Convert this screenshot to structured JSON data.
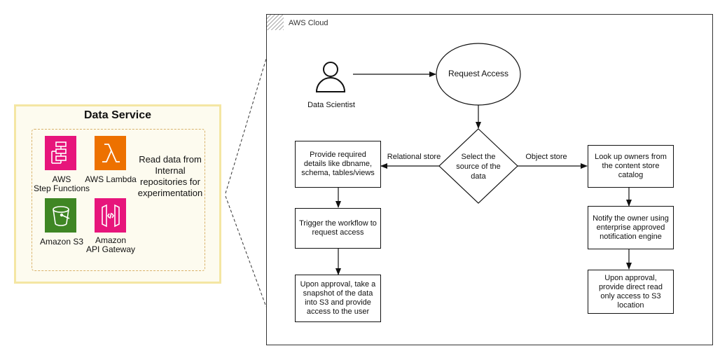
{
  "data_service": {
    "title": "Data Service",
    "description": "Read data from Internal repositories for experimentation",
    "services": [
      {
        "name": "AWS Step Functions",
        "icon": "step-functions-icon",
        "color": "#e7157b"
      },
      {
        "name": "AWS Lambda",
        "icon": "lambda-icon",
        "color": "#ed7100"
      },
      {
        "name": "Amazon S3",
        "icon": "s3-icon",
        "color": "#3f8624"
      },
      {
        "name": "Amazon API Gateway",
        "icon": "api-gateway-icon",
        "color": "#e7157b"
      }
    ],
    "service_labels": {
      "step_functions_1": "AWS",
      "step_functions_2": "Step Functions",
      "lambda": "AWS Lambda",
      "s3": "Amazon S3",
      "api_gateway_1": "Amazon",
      "api_gateway_2": "API Gateway"
    }
  },
  "aws_cloud": {
    "label": "AWS Cloud",
    "actor": {
      "label": "Data Scientist",
      "icon": "user-icon"
    },
    "request_access": "Request Access",
    "decision": "Select the source of the data",
    "edge_relational": "Relational store",
    "edge_object": "Object store",
    "relational_steps": [
      "Provide required details like dbname, schema, tables/views",
      "Trigger the workflow to request access",
      "Upon approval, take a snapshot of the data into S3 and provide access to the user"
    ],
    "object_steps": [
      "Look up owners from the content store catalog",
      "Notify the owner using enterprise approved notification engine",
      "Upon approval, provide direct read only access to S3 location"
    ]
  }
}
